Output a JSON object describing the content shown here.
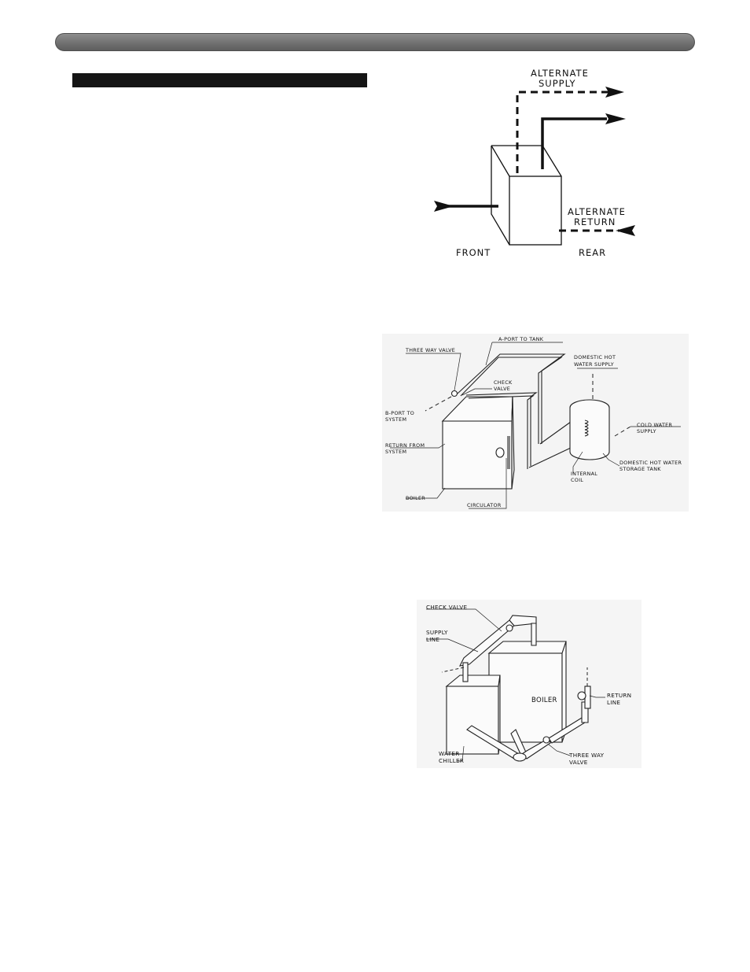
{
  "figure_1": {
    "labels": {
      "alternate_supply_1": "ALTERNATE",
      "alternate_supply_2": "SUPPLY",
      "alternate_return_1": "ALTERNATE",
      "alternate_return_2": "RETURN",
      "front": "FRONT",
      "rear": "REAR"
    }
  },
  "figure_2": {
    "labels": {
      "three_way_valve": "THREE WAY VALVE",
      "a_port": "A-PORT TO TANK",
      "check_valve_1": "CHECK",
      "check_valve_2": "VALVE",
      "dhw_supply_1": "DOMESTIC HOT",
      "dhw_supply_2": "WATER SUPPLY",
      "b_port_1": "B-PORT TO",
      "b_port_2": "SYSTEM",
      "cold_water_1": "COLD WATER",
      "cold_water_2": "SUPPLY",
      "return_from_1": "RETURN FROM",
      "return_from_2": "SYSTEM",
      "storage_tank_1": "DOMESTIC HOT WATER",
      "storage_tank_2": "STORAGE TANK",
      "internal_coil_1": "INTERNAL",
      "internal_coil_2": "COIL",
      "boiler": "BOILER",
      "circulator": "CIRCULATOR"
    }
  },
  "figure_3": {
    "labels": {
      "check_valve": "CHECK VALVE",
      "supply_line_1": "SUPPLY",
      "supply_line_2": "LINE",
      "boiler": "BOILER",
      "return_line_1": "RETURN",
      "return_line_2": "LINE",
      "water_chiller_1": "WATER",
      "water_chiller_2": "CHILLER",
      "three_way_valve_1": "THREE WAY",
      "three_way_valve_2": "VALVE"
    }
  }
}
